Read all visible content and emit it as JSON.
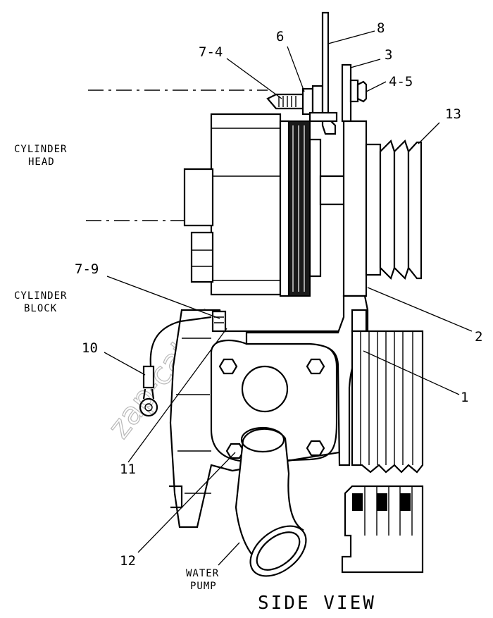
{
  "title": "SIDE VIEW",
  "regions": {
    "cylinder_head": [
      "CYLINDER",
      "HEAD"
    ],
    "cylinder_block": [
      "CYLINDER",
      "BLOCK"
    ],
    "water_pump": [
      "WATER",
      "PUMP"
    ]
  },
  "callouts": {
    "c1": "1",
    "c2": "2",
    "c3": "3",
    "c45": "4-5",
    "c6": "6",
    "c74": "7-4",
    "c79": "7-9",
    "c8": "8",
    "c10": "10",
    "c11": "11",
    "c12": "12",
    "c13": "13"
  },
  "watermark": "zap-cat.ru"
}
